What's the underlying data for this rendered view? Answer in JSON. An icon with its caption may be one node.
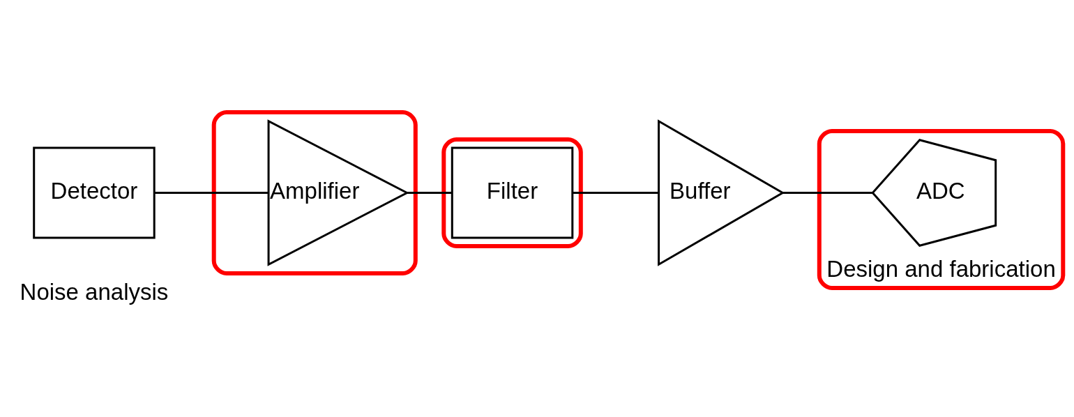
{
  "diagram": {
    "nodes": [
      {
        "text": [
          "Detector"
        ]
      },
      {
        "text": [],
        "shape": "ellipse"
      },
      {
        "text": [
          "Amplifier"
        ],
        "in": 1
      },
      {
        "text": [],
        "shape": "ellipse"
      },
      {
        "text": [
          "Filter"
        ],
        "in": 3
      },
      {
        "text": [
          "Buffer"
        ]
      },
      {
        "text": [],
        "shape": "ellipse",
        "beside": [
          "Design and fabrication"
        ]
      },
      {
        "text": [
          "ADC"
        ],
        "in": 6
      }
    ],
    "edges": [
      {
        "from": 0,
        "to": 2,
        "arrow": "none"
      },
      {
        "from": 2,
        "to": 4,
        "arrow": "none"
      },
      {
        "from": 4,
        "to": 5,
        "arrow": "none"
      },
      {
        "from": 5,
        "to": 7,
        "arrow": "none"
      }
    ],
    "labels": [
      "Noise analysis"
    ]
  }
}
